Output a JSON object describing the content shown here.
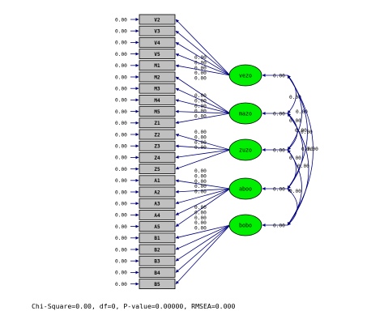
{
  "observed": [
    {
      "label": "V2",
      "error": "0.00"
    },
    {
      "label": "V3",
      "error": "0.00"
    },
    {
      "label": "V4",
      "error": "0.00"
    },
    {
      "label": "V5",
      "error": "0.00"
    },
    {
      "label": "M1",
      "error": "0.00"
    },
    {
      "label": "M2",
      "error": "0.00"
    },
    {
      "label": "M3",
      "error": "0.00"
    },
    {
      "label": "M4",
      "error": "0.00"
    },
    {
      "label": "M5",
      "error": "0.00"
    },
    {
      "label": "Z1",
      "error": "0.00"
    },
    {
      "label": "Z2",
      "error": "0.00"
    },
    {
      "label": "Z3",
      "error": "0.00"
    },
    {
      "label": "Z4",
      "error": "0.00"
    },
    {
      "label": "Z5",
      "error": "0.00"
    },
    {
      "label": "A1",
      "error": "0.00"
    },
    {
      "label": "A2",
      "error": "0.00"
    },
    {
      "label": "A3",
      "error": "0.00"
    },
    {
      "label": "A4",
      "error": "0.00"
    },
    {
      "label": "A5",
      "error": "0.00"
    },
    {
      "label": "B1",
      "error": "0.00"
    },
    {
      "label": "B2",
      "error": "0.00"
    },
    {
      "label": "B3",
      "error": "0.00"
    },
    {
      "label": "B4",
      "error": "0.00"
    },
    {
      "label": "B5",
      "error": "0.00"
    }
  ],
  "latent": [
    {
      "label": "vezo",
      "variance": "0.00",
      "indicators": [
        0,
        1,
        2,
        3,
        4
      ],
      "loadings": [
        "0.00",
        "0.00",
        "0.00",
        "0.00",
        "0.00"
      ]
    },
    {
      "label": "mazo",
      "variance": "0.00",
      "indicators": [
        5,
        6,
        7,
        8,
        9
      ],
      "loadings": [
        "0.00",
        "0.00",
        "0.00",
        "0.00",
        "0.00"
      ]
    },
    {
      "label": "zuzo",
      "variance": "0.00",
      "indicators": [
        10,
        11,
        12,
        13
      ],
      "loadings": [
        "0.00",
        "0.00",
        "0.00",
        "0.00"
      ]
    },
    {
      "label": "aboo",
      "variance": "0.00",
      "indicators": [
        14,
        15,
        16,
        17,
        18
      ],
      "loadings": [
        "0.00",
        "0.00",
        "0.00",
        "0.00",
        "0.00"
      ]
    },
    {
      "label": "bobo",
      "variance": "0.00",
      "indicators": [
        19,
        20,
        21,
        22,
        23
      ],
      "loadings": [
        "0.00",
        "0.00",
        "0.00",
        "0.00",
        "0.00"
      ]
    }
  ],
  "covariances": [
    {
      "from": 0,
      "to": 1,
      "value": "0.00"
    },
    {
      "from": 0,
      "to": 2,
      "value": "0.00"
    },
    {
      "from": 0,
      "to": 3,
      "value": "0.00"
    },
    {
      "from": 0,
      "to": 4,
      "value": "0.00"
    },
    {
      "from": 1,
      "to": 2,
      "value": "0.00"
    },
    {
      "from": 1,
      "to": 3,
      "value": "0.00"
    },
    {
      "from": 1,
      "to": 4,
      "value": "0.00"
    },
    {
      "from": 2,
      "to": 3,
      "value": "0.00"
    },
    {
      "from": 2,
      "to": 4,
      "value": "0.00"
    },
    {
      "from": 3,
      "to": 4,
      "value": "0.00"
    }
  ],
  "footer": "Chi-Square=0.00, df=0, P-value=0.00000, RMSEA=0.000",
  "colors": {
    "latent_fill": "#00ee00",
    "box_fill": "#c0c0c0",
    "path": "#000080"
  }
}
